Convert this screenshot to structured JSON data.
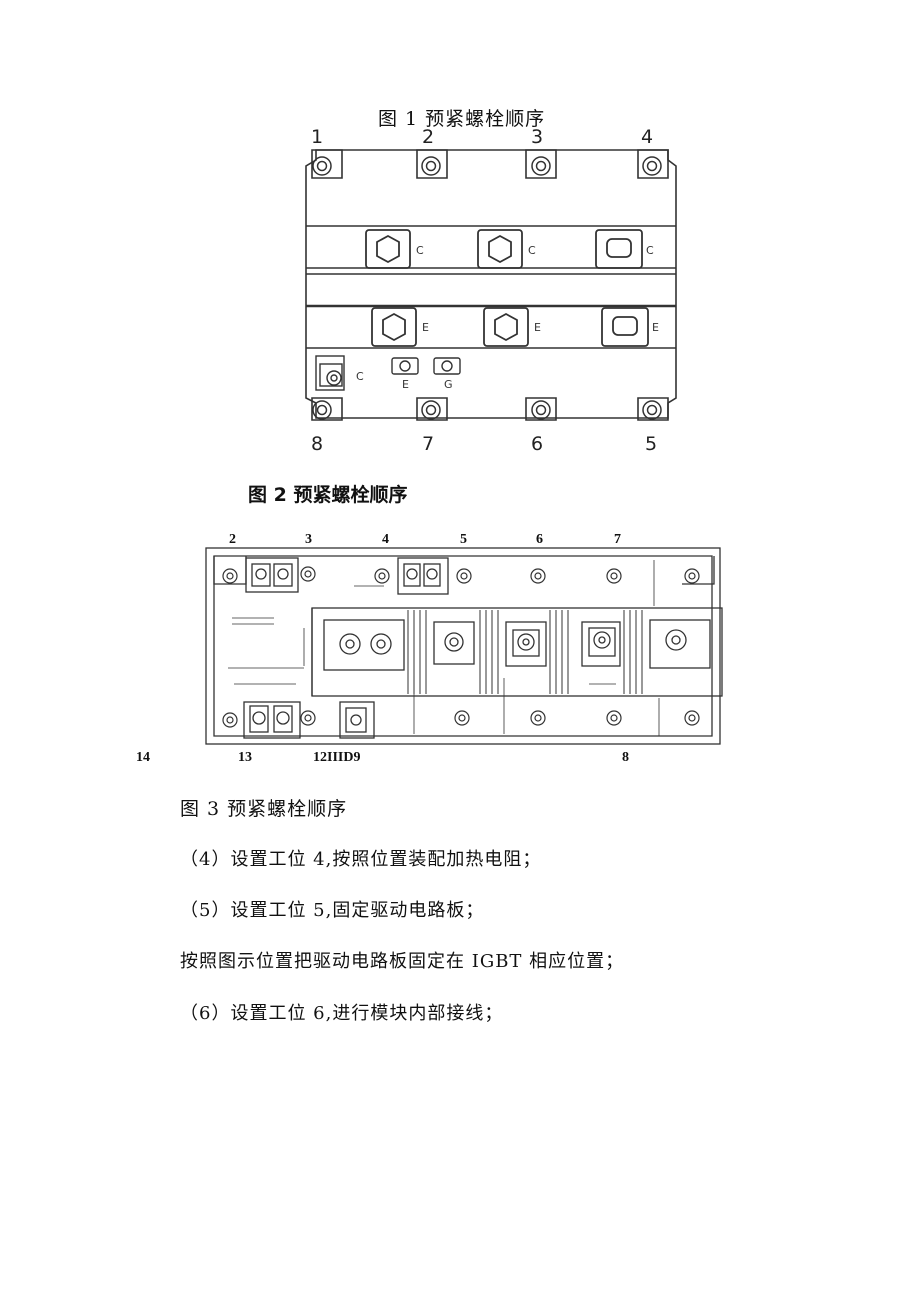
{
  "figure1": {
    "caption": "图 1 预紧螺栓顺序",
    "top_numbers": [
      "1",
      "2",
      "3",
      "4"
    ],
    "bottom_numbers": [
      "8",
      "7",
      "6",
      "5"
    ],
    "row_labels": {
      "c_top": "C",
      "e_mid": "E",
      "c_small": "C",
      "e_small": "E",
      "g_small": "G"
    }
  },
  "figure2": {
    "caption": "图 2 预紧螺栓顺序",
    "top_numbers": [
      "2",
      "3",
      "4",
      "5",
      "6",
      "7"
    ],
    "bottom_numbers": [
      "14",
      "13",
      "12IIID9",
      "8"
    ]
  },
  "figure3": {
    "caption": "图 3 预紧螺栓顺序"
  },
  "paragraphs": [
    "（4）设置工位 4,按照位置装配加热电阻；",
    "（5）设置工位 5,固定驱动电路板；",
    "按照图示位置把驱动电路板固定在 IGBT 相应位置；",
    "（6）设置工位 6,进行模块内部接线；"
  ]
}
